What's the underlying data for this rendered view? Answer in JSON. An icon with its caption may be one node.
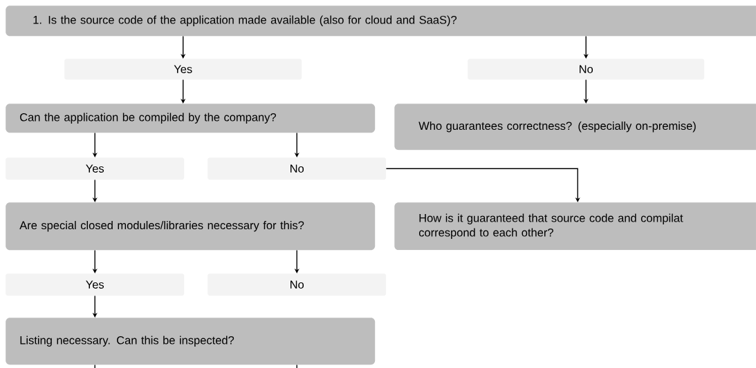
{
  "diagram": {
    "nodes": [
      {
        "text": [
          "1. Is the source code of the application made available (also for cloud and SaaS)?"
        ]
      },
      {
        "text": [
          "Yes"
        ]
      },
      {
        "text": [
          "No"
        ]
      },
      {
        "text": [
          "Can the application be compiled by the company?"
        ]
      },
      {
        "text": [
          "Who guarantees correctness? (especially on-premise)"
        ]
      },
      {
        "text": [
          "Yes"
        ]
      },
      {
        "text": [
          "No"
        ]
      },
      {
        "text": [
          "Are special closed modules/libraries necessary for this?"
        ]
      },
      {
        "text": [
          "How is it guaranteed that source code and compilat correspond to each other?"
        ]
      },
      {
        "text": [
          "Yes"
        ]
      },
      {
        "text": [
          "No"
        ]
      },
      {
        "text": [
          "Listing necessary. Can this be inspected?"
        ]
      }
    ],
    "edges": [
      {
        "from": 0,
        "to": 1,
        "arrow": "to"
      },
      {
        "from": 1,
        "to": 3,
        "arrow": "to"
      },
      {
        "from": 0,
        "to": 2,
        "arrow": "to"
      },
      {
        "from": 2,
        "to": 4,
        "arrow": "to"
      },
      {
        "from": 3,
        "to": 5,
        "arrow": "to"
      },
      {
        "from": 3,
        "to": 6,
        "arrow": "to"
      },
      {
        "from": 5,
        "to": 7,
        "arrow": "to"
      },
      {
        "from": 6,
        "to": 8,
        "arrow": "to"
      },
      {
        "from": 7,
        "to": 9,
        "arrow": "to"
      },
      {
        "from": 7,
        "to": 10,
        "arrow": "to"
      },
      {
        "from": 9,
        "to": 11,
        "arrow": "to"
      },
      {
        "from": 11,
        "to": null,
        "arrow": "none"
      },
      {
        "from": 11,
        "to": null,
        "arrow": "none"
      }
    ]
  }
}
